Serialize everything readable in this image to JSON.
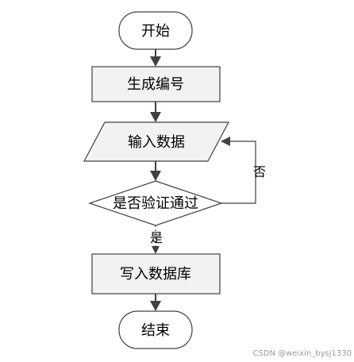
{
  "nodes": {
    "start": "开始",
    "generate_id": "生成编号",
    "input_data": "输入数据",
    "validate": "是否验证通过",
    "write_db": "写入数据库",
    "end": "结束"
  },
  "edges": {
    "no": "否",
    "yes": "是"
  },
  "watermark": "CSDN @weixin_bysj1330"
}
